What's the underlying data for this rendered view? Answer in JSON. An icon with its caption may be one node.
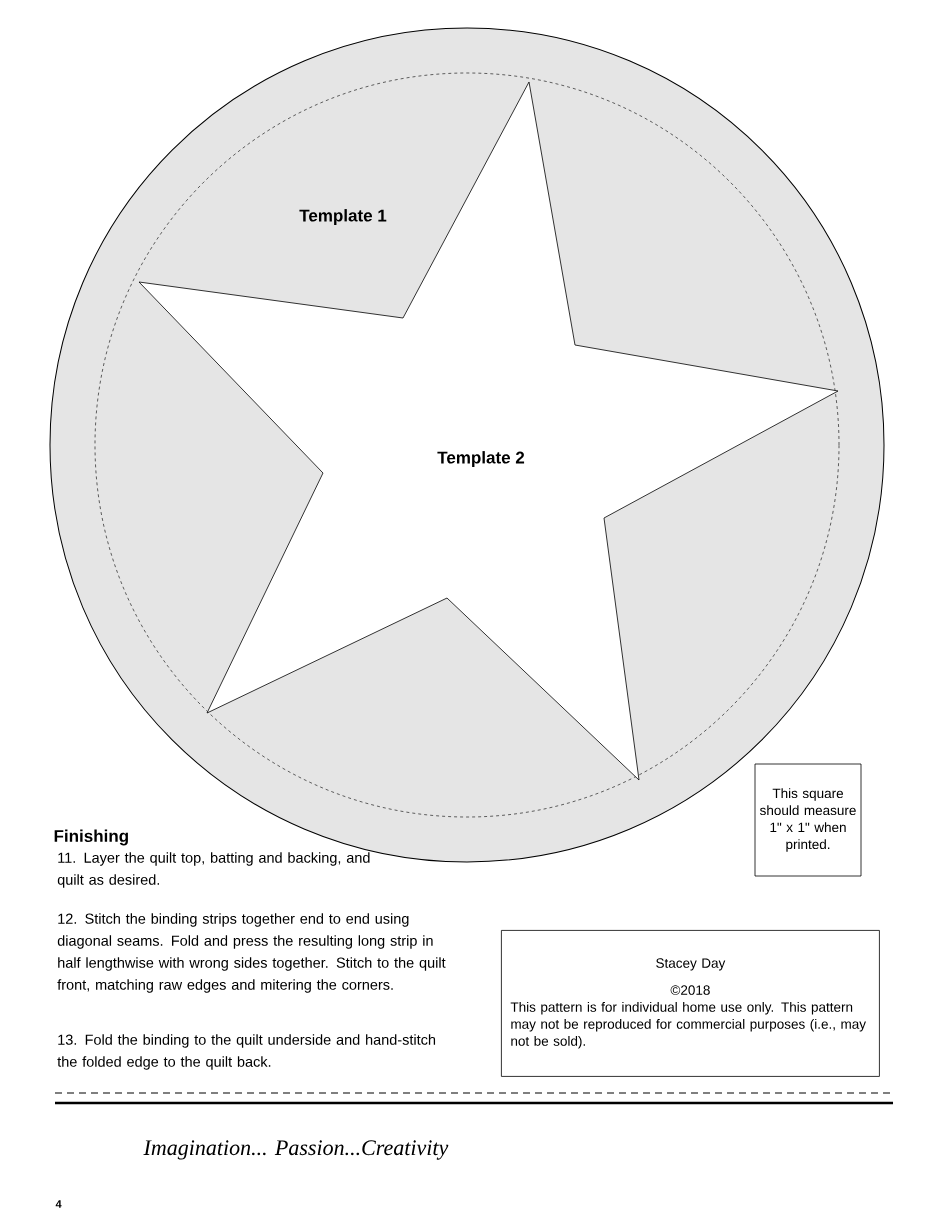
{
  "diagram": {
    "nodes": [
      {
        "text": [
          "Template 1"
        ]
      },
      {
        "text": [
          "Template 2"
        ],
        "in": 0
      },
      {
        "text": [
          "This square should measure 1\" x 1\" when printed."
        ]
      },
      {
        "text": [
          "Stacey Day",
          "©2018",
          "This pattern is for individual home use only. This pattern may not be reproduced for commercial purposes (i.e., may not be sold)."
        ]
      }
    ],
    "edges": [],
    "labels": [
      "Finishing",
      "11. Layer the quilt top, batting and backing, and quilt as desired.",
      "12. Stitch the binding strips together end to end using diagonal seams. Fold and press the resulting long strip in half lengthwise with wrong sides together. Stitch to the quilt front, matching raw edges and mitering the corners.",
      "13. Fold the binding to the quilt underside and hand-stitch the folded edge to the quilt back.",
      "Imagination... Passion...Creativity",
      "4"
    ]
  }
}
